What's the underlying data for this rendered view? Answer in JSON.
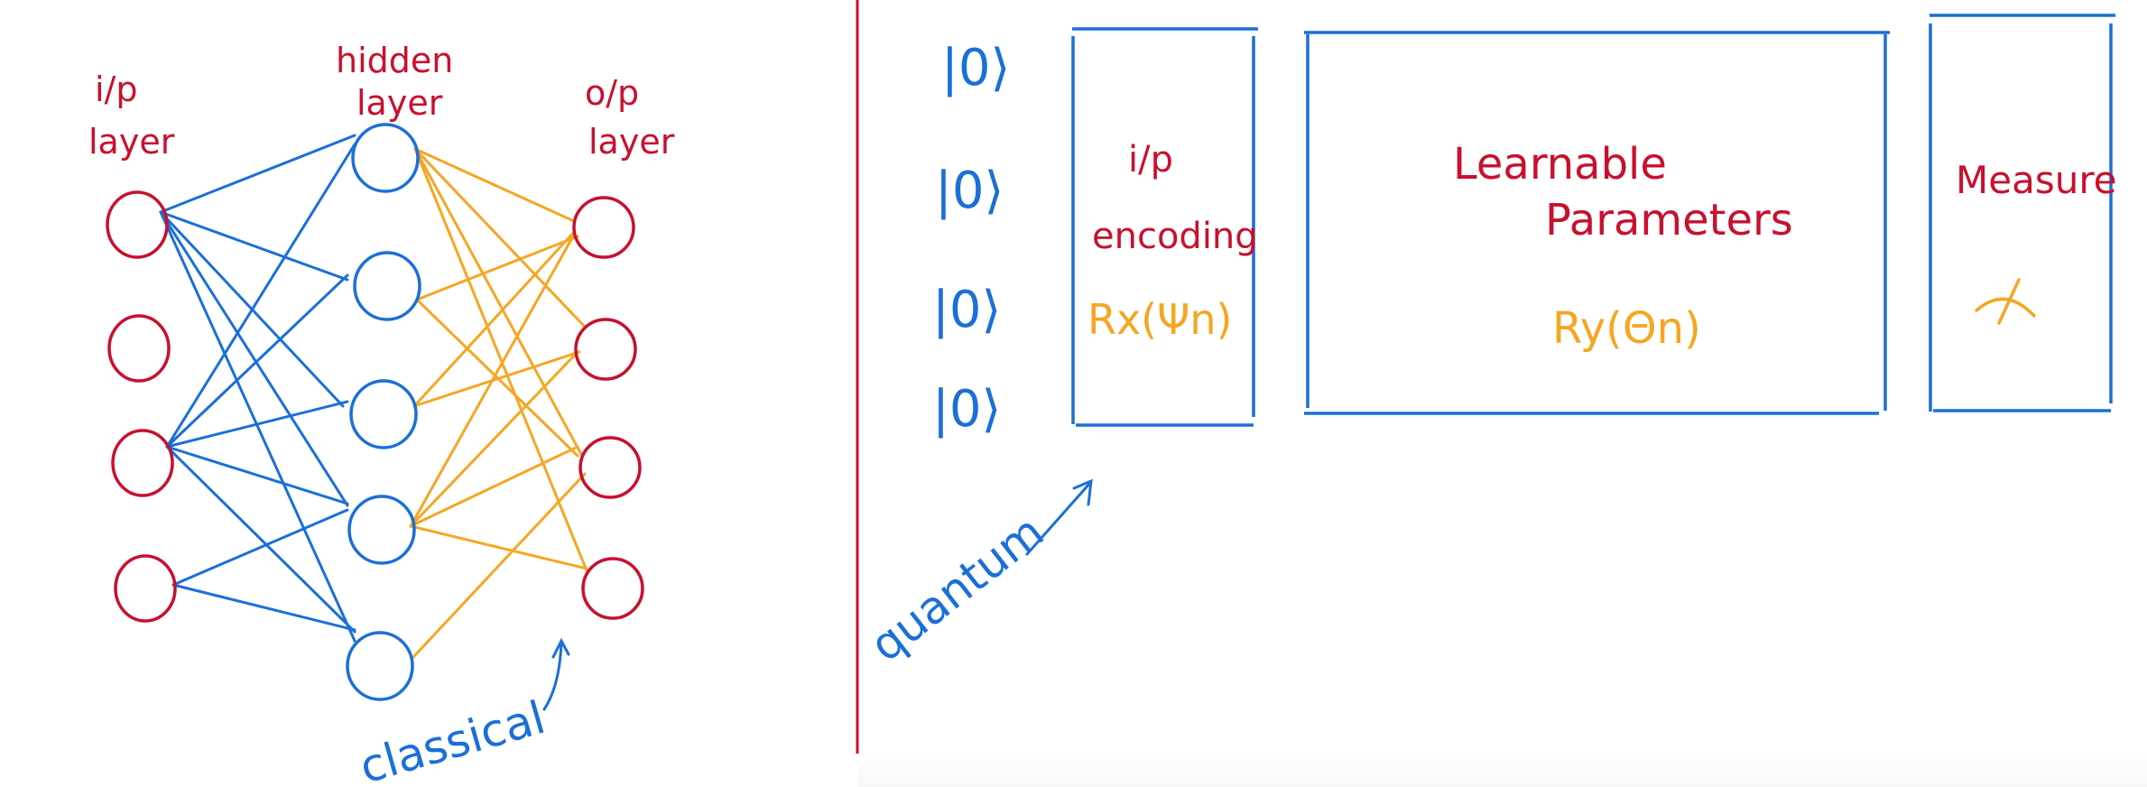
{
  "colors": {
    "red": "#C8102E",
    "blue": "#1A6FD8",
    "orange": "#F5A623",
    "background": "#ffffff"
  },
  "classical": {
    "labels": {
      "input_layer_line1": "i/p",
      "input_layer_line2": "layer",
      "hidden_layer_line1": "hidden",
      "hidden_layer_line2": "layer",
      "output_layer_line1": "o/p",
      "output_layer_line2": "layer"
    },
    "annotation": "classical",
    "input_nodes": 4,
    "hidden_nodes": 5,
    "output_nodes": 4
  },
  "quantum": {
    "qubits": [
      "|0⟩",
      "|0⟩",
      "|0⟩",
      "|0⟩"
    ],
    "encoding_box": {
      "line1": "i/p",
      "line2": "encoding",
      "gate": "Rx(Ψn)"
    },
    "learnable_box": {
      "line1": "Learnable",
      "line2": "Parameters",
      "gate": "Ry(Θn)"
    },
    "measure_box": {
      "label": "Measure",
      "symbol": "meter-icon"
    },
    "annotation": "quantum"
  }
}
